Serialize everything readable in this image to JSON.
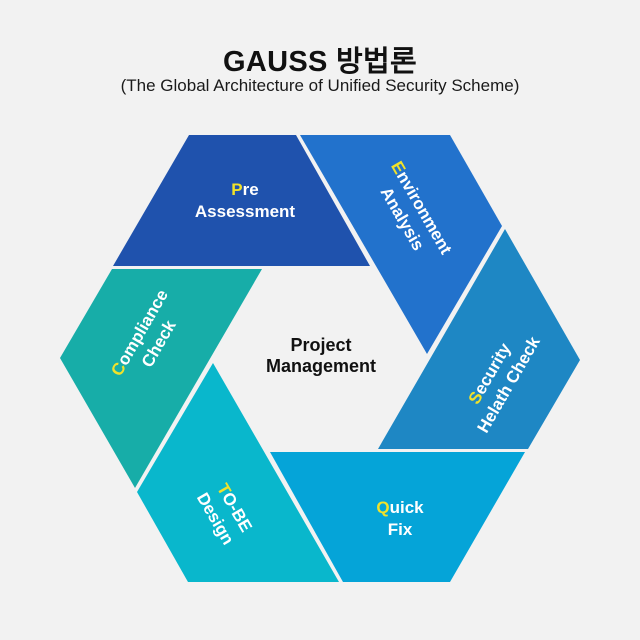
{
  "header": {
    "title": "GAUSS 방법론",
    "subtitle": "(The Global Architecture of Unified Security Scheme)"
  },
  "center": {
    "line1": "Project",
    "line2": "Management"
  },
  "segments": [
    {
      "id": "pre-assessment",
      "initial": "P",
      "line1_rest": "re",
      "line2": "Assessment",
      "color": "#1f52ad"
    },
    {
      "id": "environment-analysis",
      "initial": "E",
      "line1_rest": "nvironment",
      "line2": "Analysis",
      "color": "#2272cc"
    },
    {
      "id": "security-health-check",
      "initial": "S",
      "line1_rest": "ecurity",
      "line2": "Helath Check",
      "color": "#1e87c4"
    },
    {
      "id": "quick-fix",
      "initial": "Q",
      "line1_rest": "uick",
      "line2": "Fix",
      "color": "#05a4d8"
    },
    {
      "id": "to-be-design",
      "initial": "T",
      "line1_rest": "O-BE",
      "line2": "Design",
      "color": "#09b7cc"
    },
    {
      "id": "compliance-check",
      "initial": "C",
      "line1_rest": "ompliance",
      "line2": "Check",
      "color": "#17ada8"
    }
  ],
  "colors": {
    "background": "#f2f2f2",
    "highlight_initial": "#f1e22a",
    "segment_text": "#ffffff"
  }
}
